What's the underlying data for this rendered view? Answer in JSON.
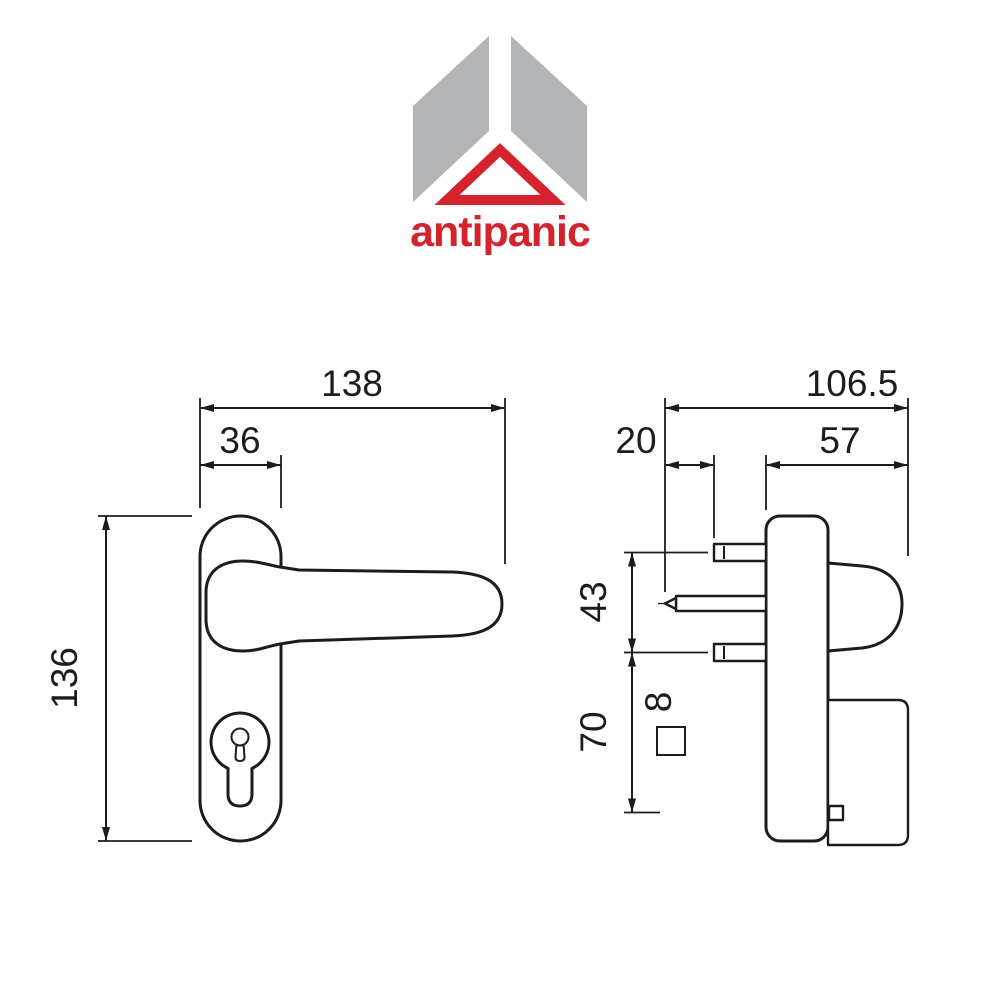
{
  "brand": {
    "name": "antipanic"
  },
  "colors": {
    "accent_red": "#d5232e",
    "logo_gray": "#b3b4b6",
    "line": "#1c1c1c"
  },
  "views": {
    "front": {
      "dim_width": "138",
      "dim_plate_width": "36",
      "dim_height": "136"
    },
    "side": {
      "dim_total_depth": "106.5",
      "dim_spindle_protrusion": "20",
      "dim_handle_depth": "57",
      "dim_fixing_centres": "43",
      "dim_spindle_square": "8",
      "dim_lower_fixing": "70"
    }
  }
}
